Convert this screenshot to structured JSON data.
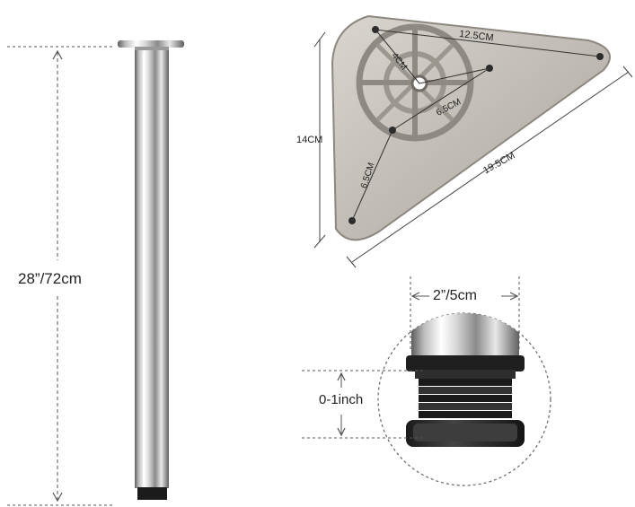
{
  "labels": {
    "leg_height": "28”/72cm",
    "diameter": "2”/5cm",
    "adjustment": "0-1inch",
    "plate_height": "14CM",
    "plate_length": "19.5CM",
    "plate_top_edge": "12.5CM",
    "center_offset": "4CM",
    "hole_spacing_a": "6.5CM",
    "hole_spacing_b": "6.5CM"
  },
  "colors": {
    "chrome_light": "#f4f4f4",
    "chrome_dark": "#6f6f6f",
    "plate": "#bdb8b0",
    "foot_black": "#2b2b2b",
    "dimension_line": "#555555"
  }
}
